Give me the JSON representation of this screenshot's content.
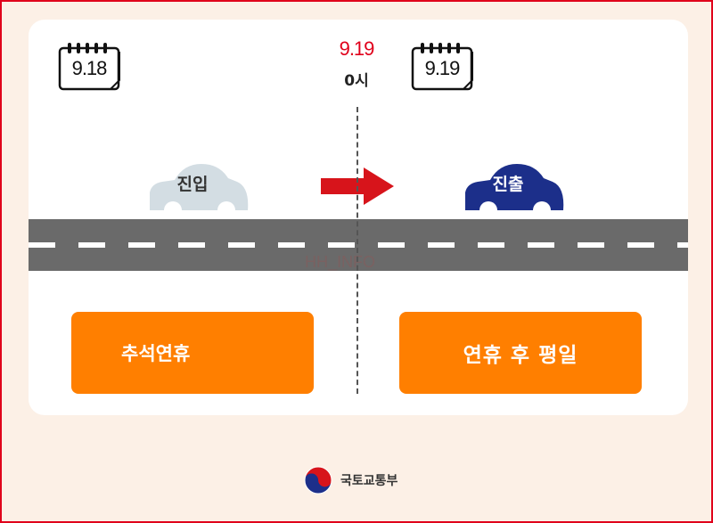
{
  "calendars": {
    "left_date": "9.18",
    "right_date": "9.19"
  },
  "cutoff": {
    "date": "9.19",
    "time": "0시"
  },
  "cars": {
    "entry_label": "진입",
    "exit_label": "진출"
  },
  "boxes": {
    "left_label": "추석연휴",
    "right_label": "연휴 후 평일"
  },
  "footer": {
    "ministry_name": "국토교통부"
  },
  "watermark": "HH_INFO",
  "colors": {
    "accent_red": "#e0001b",
    "orange": "#ff7f00",
    "road": "#6a6a6a",
    "entry_car": "#d3dde3",
    "exit_car": "#1c2f8a"
  }
}
